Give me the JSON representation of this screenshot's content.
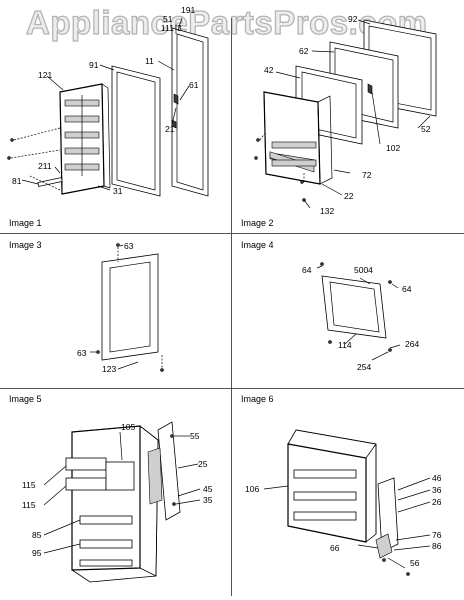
{
  "watermark": "AppliancePartsPros.com",
  "panels": [
    {
      "title": "Image 1",
      "callouts": [
        "191",
        "51",
        "111",
        "3",
        "91",
        "11",
        "121",
        "61",
        "21",
        "211",
        "81",
        "31"
      ]
    },
    {
      "title": "Image 2",
      "callouts": [
        "92",
        "62",
        "42",
        "52",
        "102",
        "72",
        "22",
        "132"
      ]
    },
    {
      "title": "Image 3",
      "callouts": [
        "63",
        "63",
        "123"
      ]
    },
    {
      "title": "Image 4",
      "callouts": [
        "64",
        "5004",
        "64",
        "114",
        "264",
        "254"
      ]
    },
    {
      "title": "Image 5",
      "callouts": [
        "105",
        "55",
        "115",
        "25",
        "115",
        "45",
        "35",
        "85",
        "95"
      ]
    },
    {
      "title": "Image 6",
      "callouts": [
        "106",
        "46",
        "36",
        "26",
        "76",
        "86",
        "66",
        "56"
      ]
    }
  ]
}
